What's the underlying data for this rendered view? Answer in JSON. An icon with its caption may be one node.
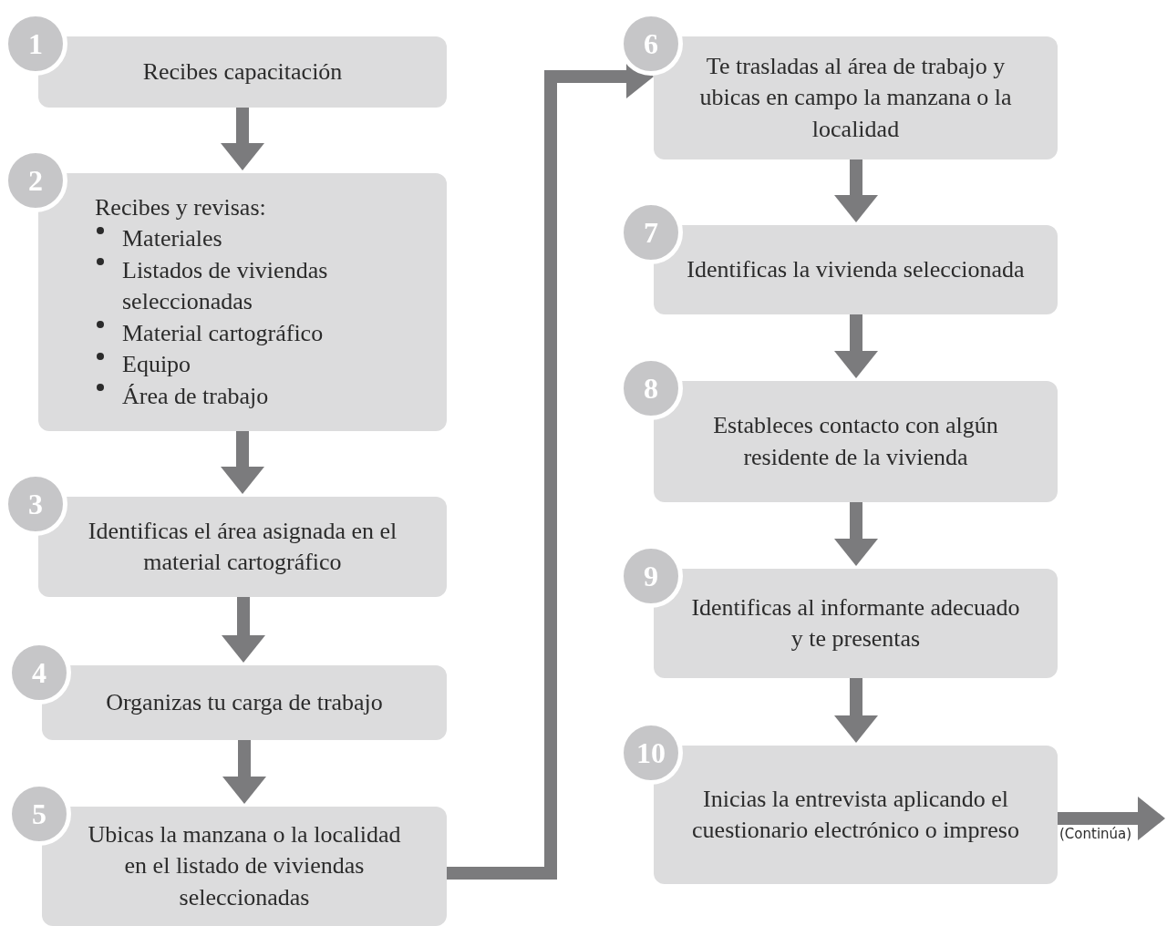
{
  "diagram": {
    "nodes": [
      {
        "text": [
          "1",
          "Recibes capacitación"
        ]
      },
      {
        "text": [
          "2",
          "Recibes y revisas:",
          "Materiales",
          "Listados de viviendas seleccionadas",
          "Material cartográfico",
          "Equipo",
          "Área de trabajo"
        ]
      },
      {
        "text": [
          "3",
          "Identificas el área asignada en el material cartográfico"
        ]
      },
      {
        "text": [
          "4",
          "Organizas tu carga de trabajo"
        ]
      },
      {
        "text": [
          "5",
          "Ubicas la manzana o la localidad en el listado de viviendas seleccionadas"
        ]
      },
      {
        "text": [
          "6",
          "Te trasladas al área de trabajo y ubicas en campo la manzana o la localidad"
        ]
      },
      {
        "text": [
          "7",
          "Identificas la vivienda seleccionada"
        ]
      },
      {
        "text": [
          "8",
          "Estableces contacto con algún residente de la vivienda"
        ]
      },
      {
        "text": [
          "9",
          "Identificas al informante adecuado y te presentas"
        ]
      },
      {
        "text": [
          "10",
          "Inicias la entrevista aplicando el cuestionario electrónico o impreso"
        ]
      }
    ],
    "edges": [
      {
        "from": 0,
        "to": 1,
        "arrow": "to"
      },
      {
        "from": 1,
        "to": 2,
        "arrow": "to"
      },
      {
        "from": 2,
        "to": 3,
        "arrow": "to"
      },
      {
        "from": 3,
        "to": 4,
        "arrow": "to"
      },
      {
        "from": 4,
        "to": 5,
        "arrow": "to"
      },
      {
        "from": 5,
        "to": 6,
        "arrow": "to"
      },
      {
        "from": 6,
        "to": 7,
        "arrow": "to"
      },
      {
        "from": 7,
        "to": 8,
        "arrow": "to"
      },
      {
        "from": 8,
        "to": 9,
        "arrow": "to"
      },
      {
        "from": 9,
        "to": null,
        "arrow": "to",
        "label": "(Continúa)"
      }
    ]
  }
}
